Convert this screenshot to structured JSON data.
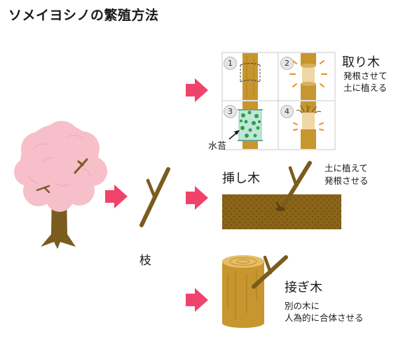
{
  "title": "ソメイヨシノの繁殖方法",
  "branch_label": "枝",
  "methods": {
    "torigi": {
      "name": "取り木",
      "desc_lines": [
        "発根させて",
        "土に植える"
      ],
      "steps": [
        "1",
        "2",
        "3",
        "4"
      ],
      "moss_label": "水苔"
    },
    "sashiki": {
      "name": "挿し木",
      "desc_lines": [
        "土に植えて",
        "発根させる"
      ]
    },
    "tsugiki": {
      "name": "接ぎ木",
      "desc_lines": [
        "別の木に",
        "人為的に合体させる"
      ]
    }
  },
  "colors": {
    "arrow": "#f0436b",
    "blossom": "#f6bfca",
    "trunk": "#7a5c1e",
    "wood": "#c8962f",
    "soil": "#8a6418",
    "moss_green": "#2fa046",
    "grid": "#c9c9c9"
  }
}
